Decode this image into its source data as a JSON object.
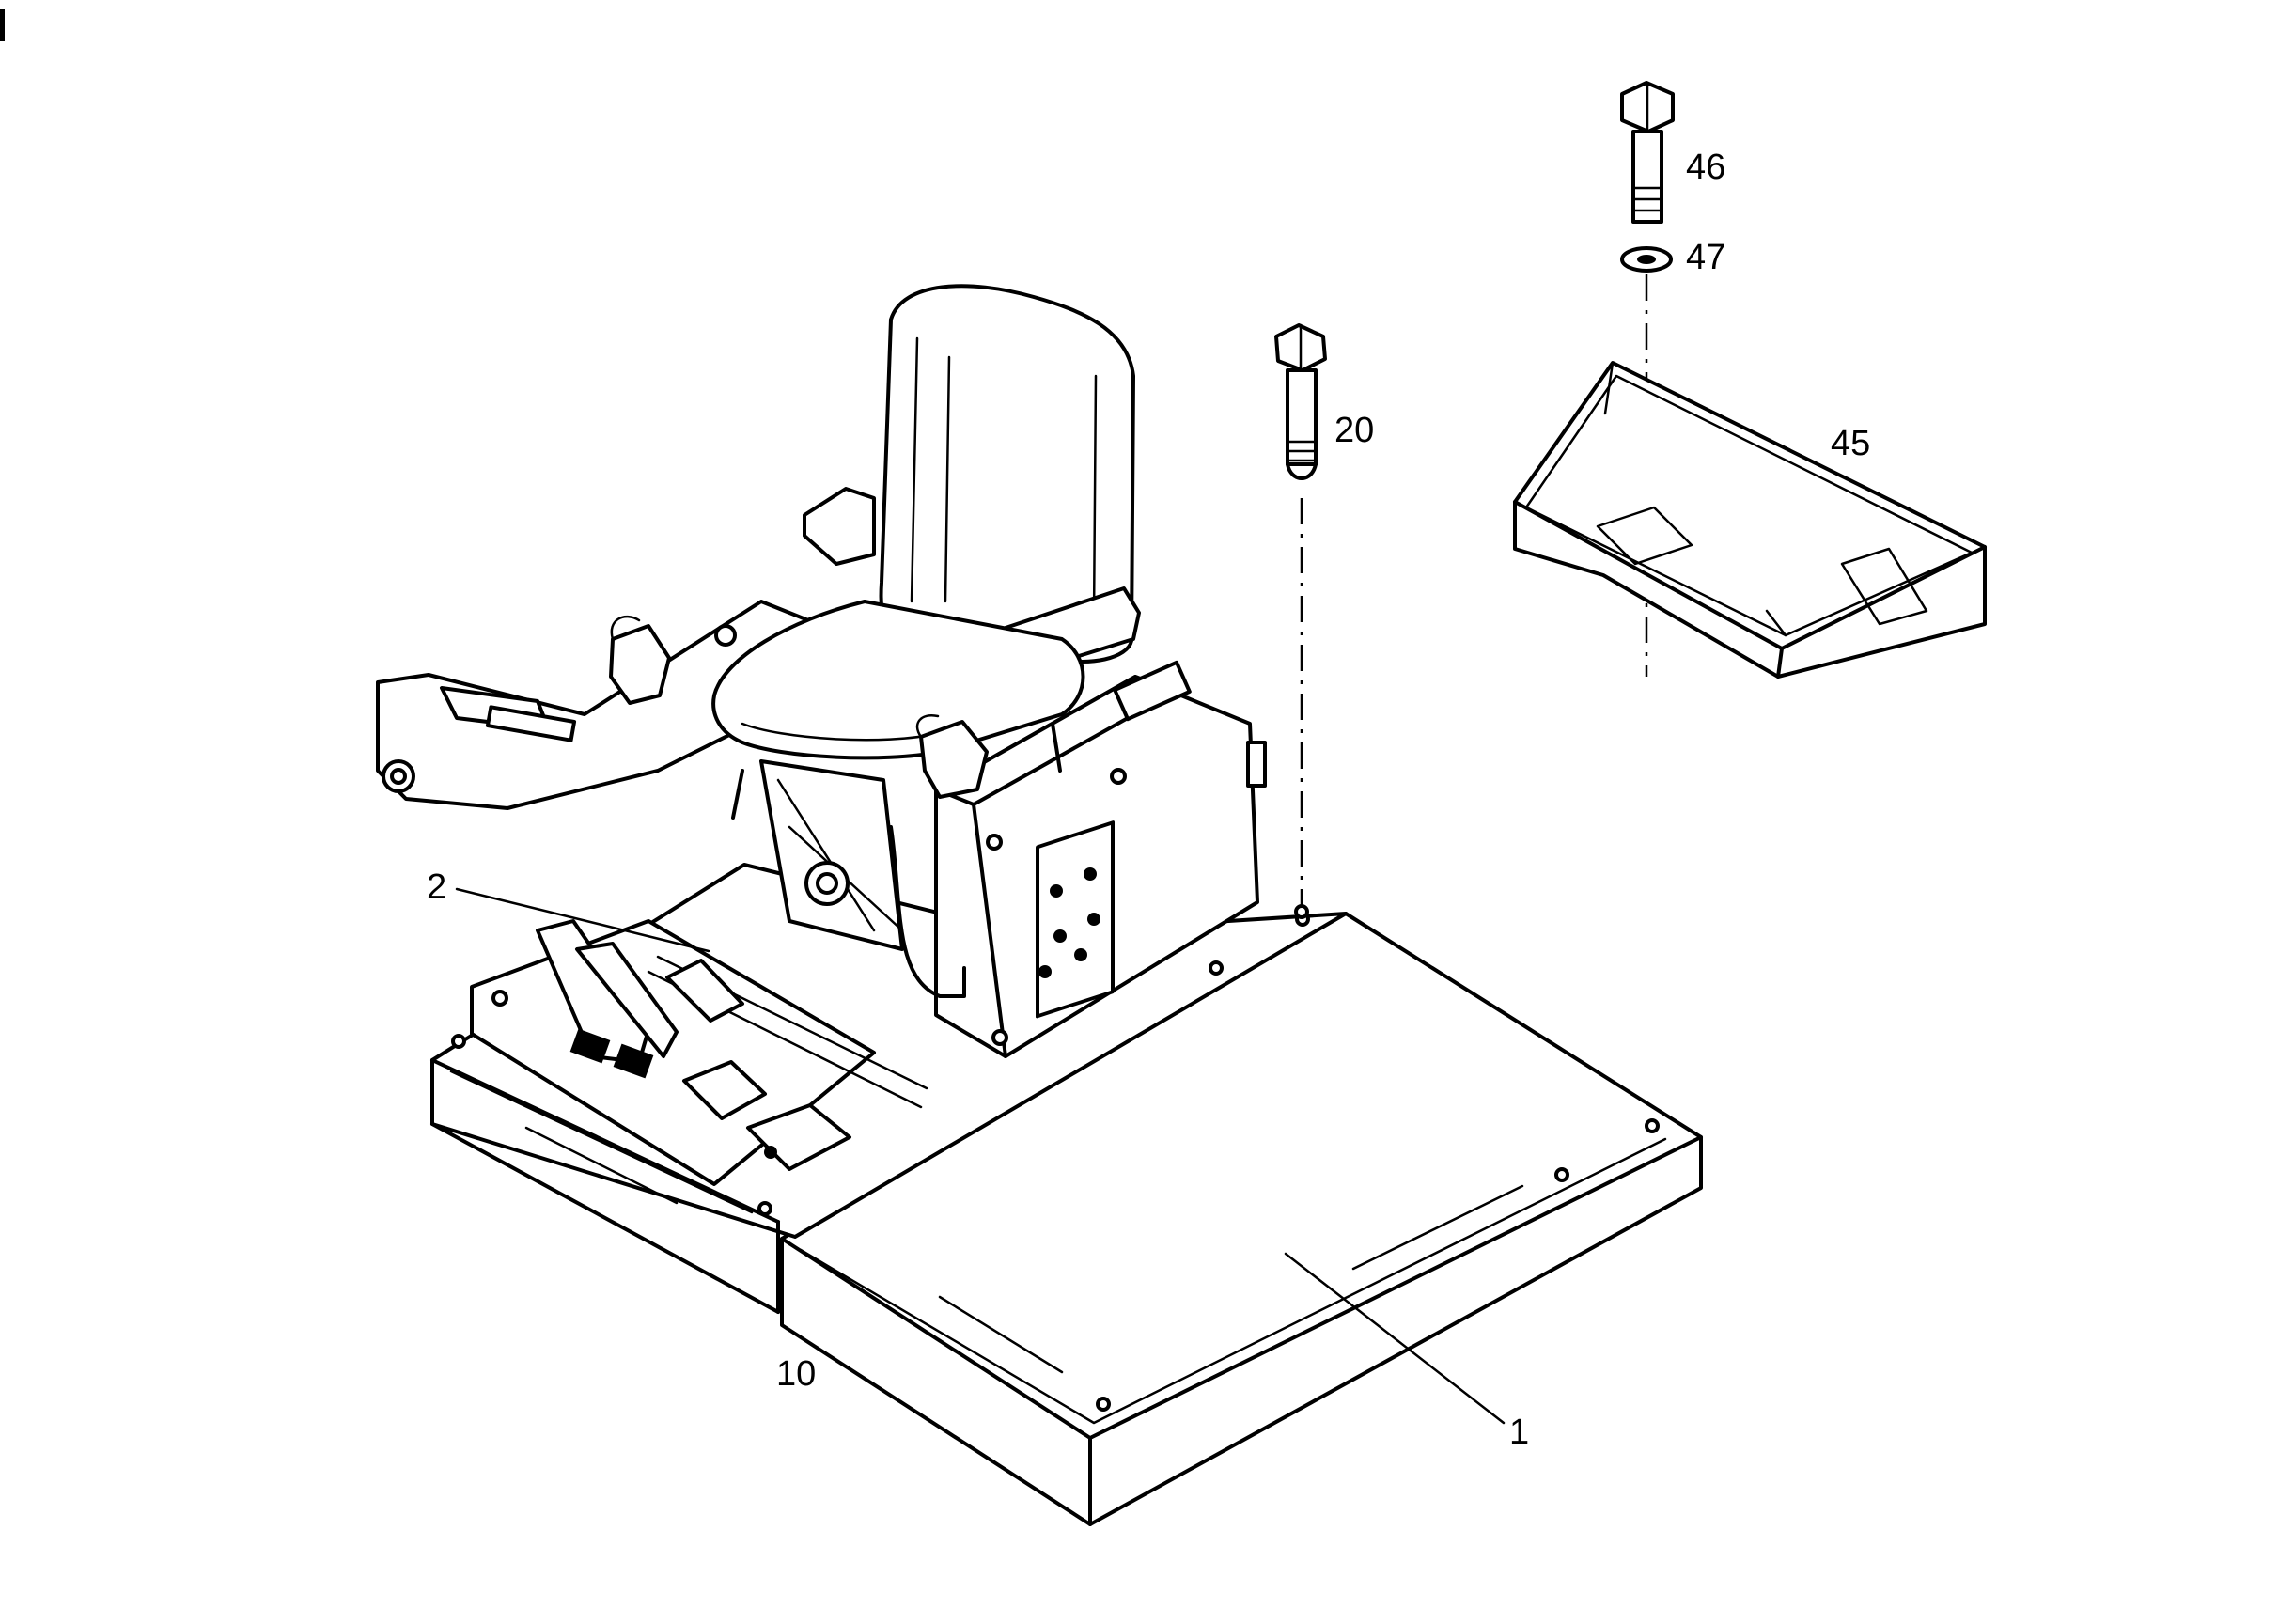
{
  "callouts": {
    "c1": "1",
    "c2": "2",
    "c10": "10",
    "c20": "20",
    "c45": "45",
    "c46": "46",
    "c47": "47"
  }
}
